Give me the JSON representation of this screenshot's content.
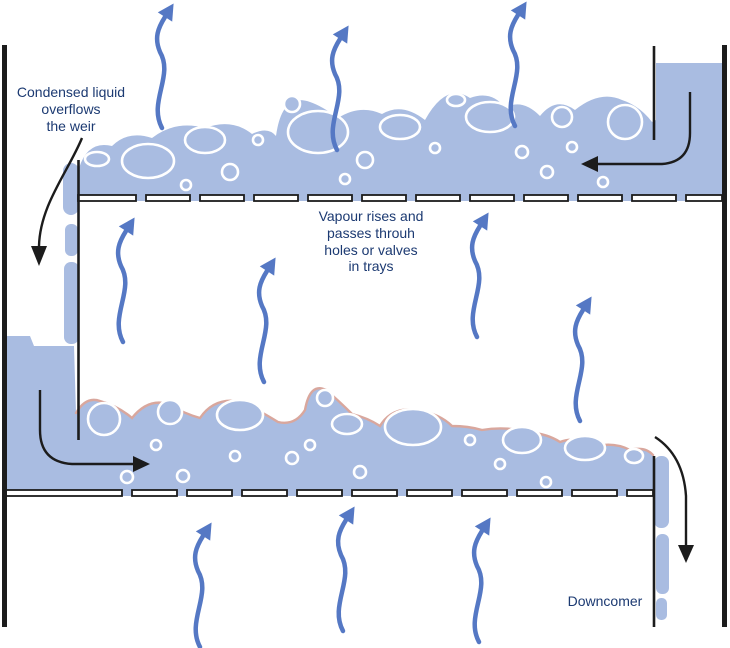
{
  "labels": {
    "condensed_liquid": "Condensed liquid\noverflows\nthe weir",
    "vapour_rises": "Vapour rises and\npasses throuh\nholes or valves\nin trays",
    "downcomer": "Downcomer"
  },
  "colors": {
    "background": "#ffffff",
    "liquid": "#a9bce1",
    "froth_rim": "#d9a79d",
    "bubble_outline": "#ffffff",
    "vapour_arrow": "#5578c4",
    "flow_arrow": "#1c1c1c",
    "wall": "#1c1c1c",
    "label_text": "#1c3a72"
  },
  "icons": {
    "vapour_arrow": "wavy-up-arrow",
    "liquid_flow_arrow": "curved-black-arrow"
  },
  "counts": {
    "trays": 2,
    "vapour_arrows": 10,
    "liquid_flow_arrows": 4
  }
}
